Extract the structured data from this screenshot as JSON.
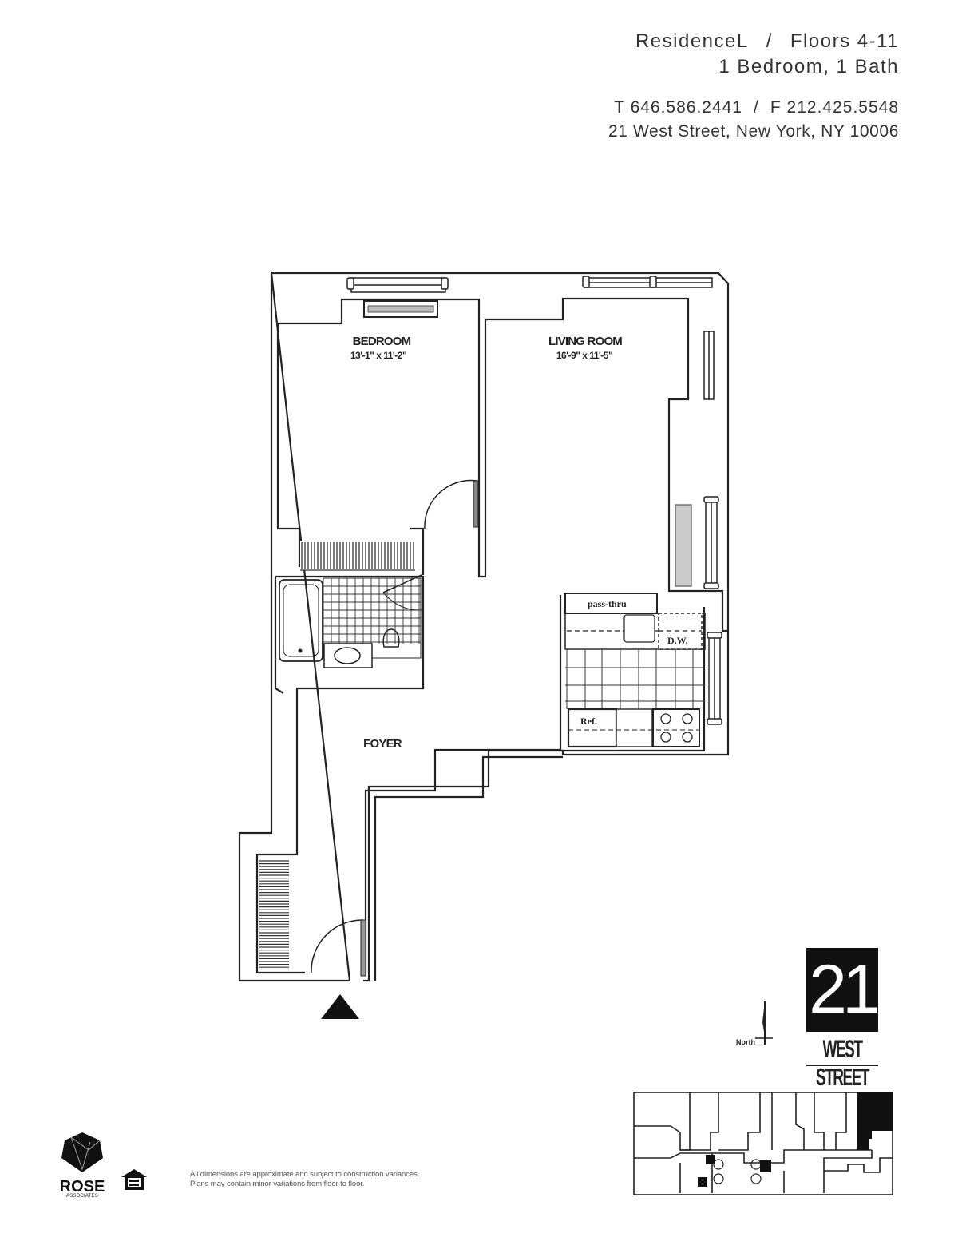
{
  "header": {
    "residence": "ResidenceL",
    "separator": "/",
    "floors": "Floors 4-11",
    "unit_type": "1 Bedroom, 1 Bath",
    "phone": "T 646.586.2441",
    "fax": "F 212.425.5548",
    "address": "21 West Street, New York, NY 10006"
  },
  "rooms": {
    "bedroom": {
      "name": "BEDROOM",
      "dimensions": "13'-1\" x 11'-2\""
    },
    "living_room": {
      "name": "LIVING ROOM",
      "dimensions": "16'-9\" x 11'-5\""
    },
    "foyer": {
      "name": "FOYER"
    }
  },
  "kitchen": {
    "pass_thru": "pass-thru",
    "dishwasher": "D.W.",
    "refrigerator": "Ref."
  },
  "compass": {
    "label": "North"
  },
  "building_logo": {
    "number": "21",
    "name": "WEST STREET"
  },
  "footer": {
    "brand_name": "ROSE",
    "brand_sub": "ASSOCIATES",
    "disclaimer_line1": "All dimensions are approximate and subject to construction variances.",
    "disclaimer_line2": "Plans may contain minor variations from floor to floor."
  },
  "colors": {
    "ink": "#222222",
    "logo_bg": "#111111",
    "paper": "#ffffff"
  }
}
